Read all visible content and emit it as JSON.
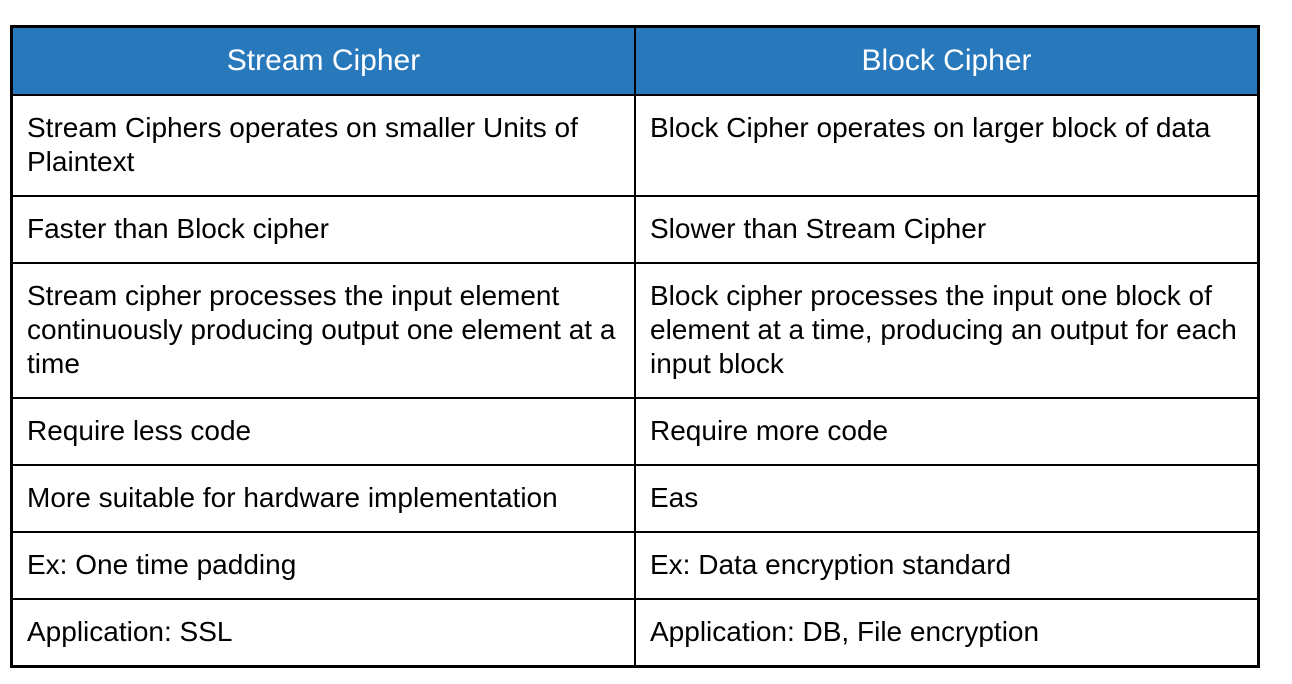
{
  "table": {
    "name": "Stream Cipher vs Block Cipher comparison",
    "style": {
      "header_bg": "#2878BC",
      "header_text_color": "#FFFFFF",
      "border_color": "#000000",
      "body_text_color": "#000000"
    },
    "headers": {
      "stream": "Stream Cipher",
      "block": "Block Cipher"
    },
    "rows": [
      {
        "stream": "Stream Ciphers operates on smaller Units of Plaintext",
        "block": "Block Cipher operates on larger block of data"
      },
      {
        "stream": "Faster than Block cipher",
        "block": "Slower than Stream Cipher"
      },
      {
        "stream": "Stream cipher processes the input element continuously producing output one element at a time",
        "block": "Block cipher processes the input one block of element at a time, producing an output for each input block"
      },
      {
        "stream": "Require less code",
        "block": "Require more code"
      },
      {
        "stream": "More suitable for hardware implementation",
        "block": "Eas"
      },
      {
        "stream": "Ex: One time padding",
        "block": "Ex: Data encryption standard"
      },
      {
        "stream": "Application: SSL",
        "block": "Application: DB, File encryption"
      }
    ]
  }
}
